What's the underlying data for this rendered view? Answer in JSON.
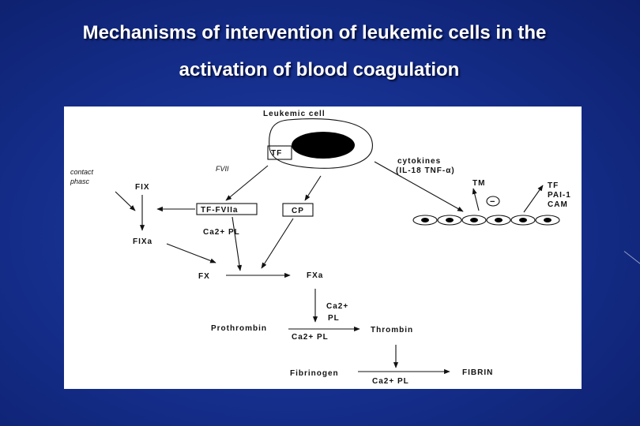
{
  "title": {
    "line1": "Mechanisms of intervention of leukemic cells in the",
    "line2": "activation of blood coagulation"
  },
  "diagram": {
    "leukemic_cell": "Leukemic cell",
    "tf": "TF",
    "fvii": "FVII",
    "contact_phase_1": "contact",
    "contact_phase_2": "phasc",
    "fix": "FIX",
    "tf_fviia": "TF-FVIIa",
    "cp": "CP",
    "cytokines": "cytokines",
    "il18_tnf": "(IL-18   TNF-α)",
    "tm": "TM",
    "minus": "−",
    "tf_right": "TF",
    "pai1": "PAI-1",
    "cam": "CAM",
    "ca_pl_1": "Ca2+  PL",
    "fixa": "FIXa",
    "fx": "FX",
    "fxa": "FXa",
    "ca_2": "Ca2+",
    "pl_2": "PL",
    "prothrombin": "Prothrombin",
    "thrombin": "Thrombin",
    "ca_pl_3": "Ca2+   PL",
    "fibrinogen": "Fibrinogen",
    "fibrin": "FIBRIN",
    "ca_pl_4": "Ca2+   PL"
  }
}
